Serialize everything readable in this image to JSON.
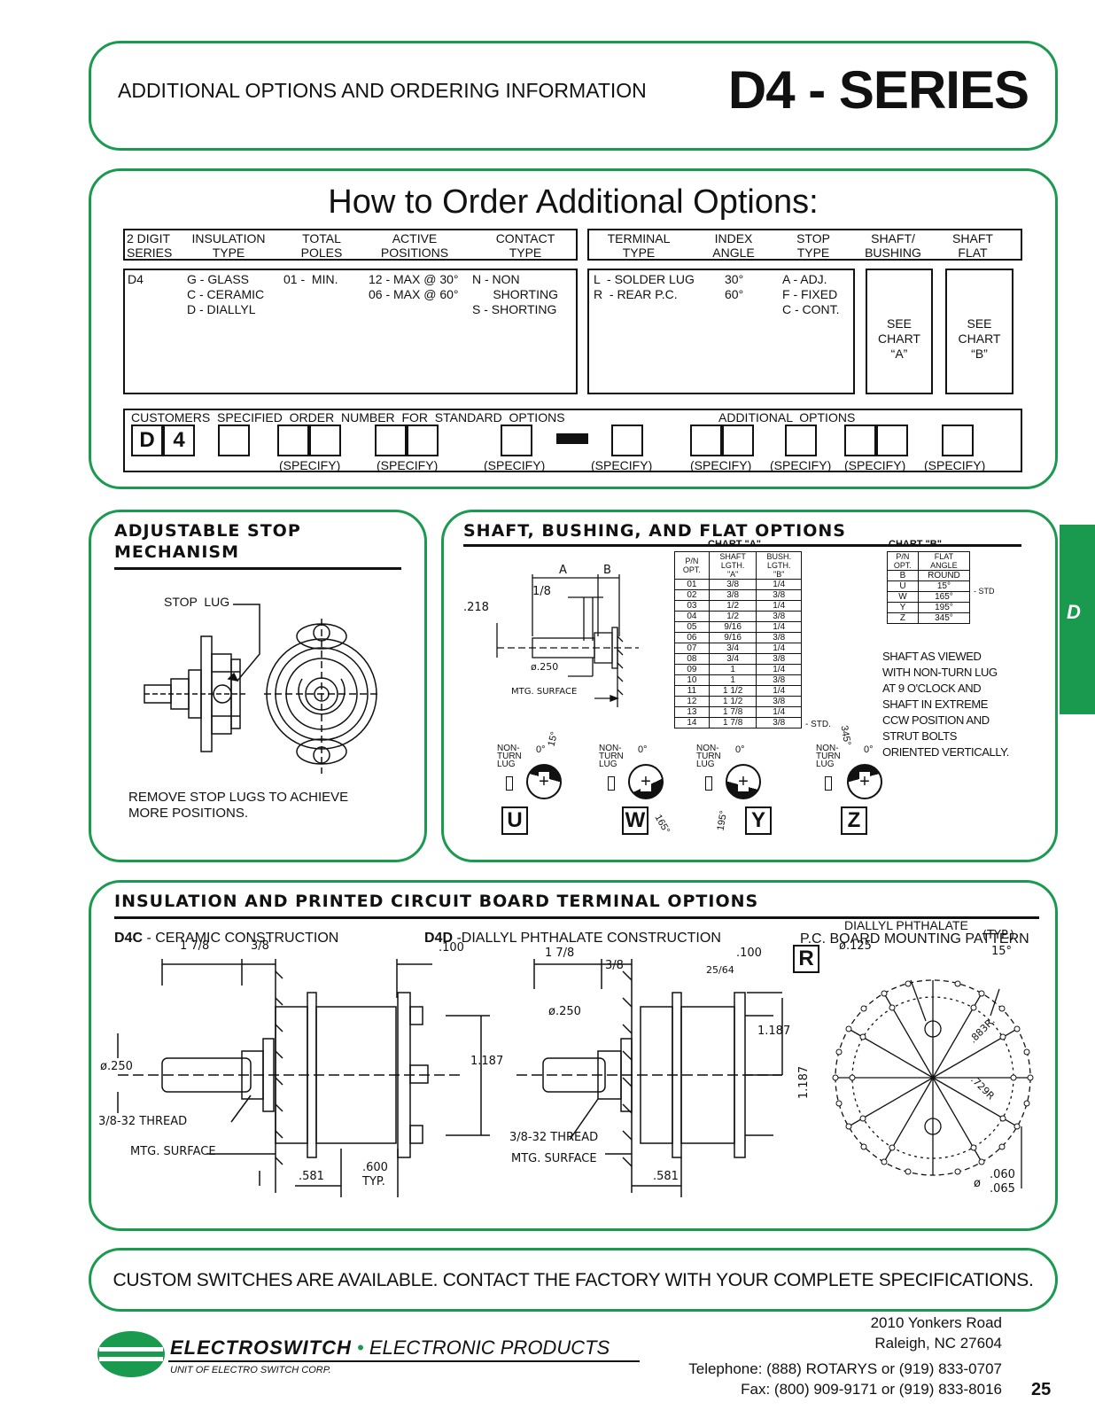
{
  "header": {
    "subtitle": "ADDITIONAL OPTIONS AND ORDERING INFORMATION",
    "series": "D4 - SERIES"
  },
  "order": {
    "title": "How to Order Additional Options:",
    "columns": [
      {
        "l1": "2 DIGIT",
        "l2": "SERIES"
      },
      {
        "l1": "INSULATION",
        "l2": "TYPE"
      },
      {
        "l1": "TOTAL",
        "l2": "POLES"
      },
      {
        "l1": "ACTIVE",
        "l2": "POSITIONS"
      },
      {
        "l1": "CONTACT",
        "l2": "TYPE"
      },
      {
        "l1": "TERMINAL",
        "l2": "TYPE"
      },
      {
        "l1": "INDEX",
        "l2": "ANGLE"
      },
      {
        "l1": "STOP",
        "l2": "TYPE"
      },
      {
        "l1": "SHAFT/",
        "l2": "BUSHING"
      },
      {
        "l1": "SHAFT",
        "l2": "FLAT"
      }
    ],
    "series_val": "D4",
    "insulation": "G - GLASS\nC - CERAMIC\nD - DIALLYL",
    "poles": "01 -  MIN.",
    "positions": "12 - MAX @ 30°\n06 - MAX @ 60°",
    "contact": "N - NON\n      SHORTING\nS - SHORTING",
    "terminal": "L  - SOLDER LUG\nR  - REAR P.C.",
    "index": "30°\n60°",
    "stop": "A - ADJ.\nF - FIXED\nC - CONT.",
    "see_a": "SEE\nCHART\n“A”",
    "see_b": "SEE\nCHART\n“B”",
    "customers_label": "CUSTOMERS  SPECIFIED  ORDER  NUMBER  FOR  STANDARD  OPTIONS",
    "additional_label": "ADDITIONAL  OPTIONS",
    "d_letter": "D",
    "four": "4",
    "specify": "(SPECIFY)"
  },
  "stop": {
    "title1": "ADJUSTABLE STOP",
    "title2": "MECHANISM",
    "lug_label": "STOP  LUG",
    "note1": "REMOVE STOP LUGS TO ACHIEVE",
    "note2": "MORE POSITIONS."
  },
  "shaft": {
    "title": "SHAFT, BUSHING, AND FLAT OPTIONS",
    "dim_a": "A",
    "dim_b": "B",
    "dim_18": "1/8",
    "dim_218": ".218",
    "dim_250": "ø.250",
    "mtg": "MTG.  SURFACE",
    "chart_a_title": "CHART \"A\"",
    "chart_a_head": [
      "P/N\nOPT.",
      "SHAFT\nLGTH.\n\"A\"",
      "BUSH.\nLGTH.\n\"B\""
    ],
    "chart_a_rows": [
      [
        "01",
        "3/8",
        "1/4"
      ],
      [
        "02",
        "3/8",
        "3/8"
      ],
      [
        "03",
        "1/2",
        "1/4"
      ],
      [
        "04",
        "1/2",
        "3/8"
      ],
      [
        "05",
        "9/16",
        "1/4"
      ],
      [
        "06",
        "9/16",
        "3/8"
      ],
      [
        "07",
        "3/4",
        "1/4"
      ],
      [
        "08",
        "3/4",
        "3/8"
      ],
      [
        "09",
        "1",
        "1/4"
      ],
      [
        "10",
        "1",
        "3/8"
      ],
      [
        "11",
        "1 1/2",
        "1/4"
      ],
      [
        "12",
        "1 1/2",
        "3/8"
      ],
      [
        "13",
        "1 7/8",
        "1/4"
      ],
      [
        "14",
        "1 7/8",
        "3/8"
      ]
    ],
    "std_a": "- STD.",
    "chart_b_title": "CHART \"B\"",
    "chart_b_head": [
      "P/N\nOPT.",
      "FLAT\nANGLE"
    ],
    "chart_b_rows": [
      [
        "B",
        "ROUND"
      ],
      [
        "U",
        "15°"
      ],
      [
        "W",
        "165°"
      ],
      [
        "Y",
        "195°"
      ],
      [
        "Z",
        "345°"
      ]
    ],
    "std_b": "- STD",
    "note": "SHAFT AS VIEWED\nWITH NON-TURN LUG\nAT 9 O'CLOCK AND\nSHAFT IN EXTREME\nCCW POSITION AND\nSTRUT BOLTS\nORIENTED VERTICALLY.",
    "nonturn": "NON-\nTURN\nLUG",
    "zero": "0°",
    "flats": [
      {
        "letter": "U",
        "angle": "15°"
      },
      {
        "letter": "W",
        "angle": "165°"
      },
      {
        "letter": "Y",
        "angle": "195°"
      },
      {
        "letter": "Z",
        "angle": "345°"
      }
    ]
  },
  "insulation": {
    "title": "INSULATION AND PRINTED CIRCUIT BOARD TERMINAL OPTIONS",
    "d4c_code": "D4C",
    "d4c_desc": " - CERAMIC CONSTRUCTION",
    "d4d_code": "D4D",
    "d4d_desc": " -DIALLYL PHTHALATE CONSTRUCTION",
    "pcb_title1": "DIALLYL PHTHALATE",
    "pcb_title2": "P.C. BOARD MOUNTING PATTERN",
    "r_letter": "R",
    "d1_178": "1  7/8",
    "d1_38": "3/8",
    "d1_100": ".100",
    "d1_250": "ø.250",
    "d1_1187": "1.187",
    "d1_thread": "3/8-32  THREAD",
    "d1_mtg": "MTG.  SURFACE",
    "d1_581": ".581",
    "d1_600": ".600",
    "d1_typ": "TYP.",
    "d2_178": "1  7/8",
    "d2_38": "3/8",
    "d2_100": ".100",
    "d2_2564": "25/64",
    "d2_250": "ø.250",
    "d2_1187": "1.187",
    "d2_1187b": "1.187",
    "d2_thread": "3/8-32  THREAD",
    "d2_mtg": "MTG.  SURFACE",
    "d2_581": ".581",
    "p_125": "ø.125",
    "p_typ": "(TYP.)",
    "p_15": "15°",
    "p_883": ".883R.",
    "p_729": ".729R",
    "p_060": ".060",
    "p_065": ".065",
    "p_phi": "ø",
    "cl": "℄"
  },
  "custom": {
    "text": "CUSTOM SWITCHES ARE AVAILABLE.  CONTACT THE FACTORY WITH YOUR COMPLETE SPECIFICATIONS."
  },
  "side_tab": {
    "letter": "D",
    "color": "#1a9a4f"
  },
  "footer": {
    "brand": "ELECTROSWITCH",
    "bullet": "•",
    "products": "ELECTRONIC PRODUCTS",
    "unit": "UNIT OF ELECTRO SWITCH CORP.",
    "addr1": "2010 Yonkers Road",
    "addr2": "Raleigh, NC 27604",
    "tel": "Telephone:  (888) ROTARYS or (919) 833-0707",
    "fax": "Fax:  (800) 909-9171 or (919) 833-8016",
    "page": "25"
  },
  "colors": {
    "accent": "#1a9a4f",
    "text": "#111111"
  }
}
